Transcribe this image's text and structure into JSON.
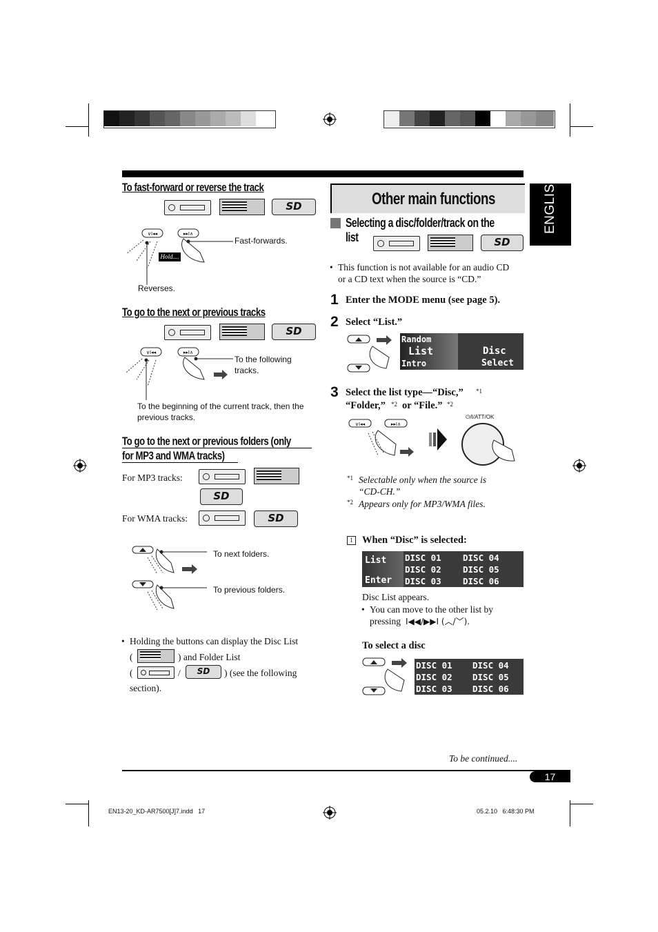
{
  "left": {
    "sec1_title": "To fast-forward or reverse the track",
    "sec1_ff": "Fast-forwards.",
    "sec1_rev": "Reverses.",
    "sec1_hold": "Hold....",
    "sec2_title": "To go to the next or previous tracks",
    "sec2_next": "To the following tracks.",
    "sec2_prev": "To the beginning of the current track, then the previous tracks.",
    "sec3_title_1": "To go to the next or previous folders (only",
    "sec3_title_2": "for MP3 and WMA tracks)",
    "mp3_label": "For MP3 tracks:",
    "wma_label": "For WMA tracks:",
    "next_folders": "To next folders.",
    "prev_folders": "To previous folders.",
    "hold_note_1": "Holding the buttons can display the Disc List",
    "hold_note_2a": "(",
    "hold_note_2b": ") and Folder List",
    "hold_note_3a": "(",
    "hold_note_3b": "/",
    "hold_note_3c": ") (see the following",
    "hold_note_4": "section)."
  },
  "right": {
    "main_title": "Other main functions",
    "sub_title_1": "Selecting a disc/folder/track on the",
    "sub_title_2": "list",
    "note_1": "This function is not available for an audio CD",
    "note_2": "or a CD text when the source is “CD.”",
    "step1_num": "1",
    "step1": "Enter the MODE menu (see page 5).",
    "step2_num": "2",
    "step2": "Select “List.”",
    "step3_num": "3",
    "step3_a": "Select the list type—“Disc,”",
    "step3_b": "“Folder,”",
    "step3_c": "or “File.”",
    "sup1": "*1",
    "sup2": "*2",
    "knob_label": "⏻/I/ATT/OK",
    "fn1_mark": "*1",
    "fn1": "Selectable only when the source is",
    "fn1b": "“CD-CH.”",
    "fn2_mark": "*2",
    "fn2": "Appears only for MP3/WMA files.",
    "sub_num": "1",
    "when_disc": "When “Disc” is selected:",
    "disc_list_appears": "Disc List appears.",
    "move_note_1": "You can move to the other list by",
    "move_note_2": "pressing",
    "to_select": "To select a disc",
    "to_be_continued": "To be continued....",
    "page_number": "17"
  },
  "lcd_list": {
    "random": "Random",
    "list": "List",
    "intro": "Intro",
    "disc": "Disc",
    "select": "Select"
  },
  "lcd_discs": [
    "DISC 01",
    "DISC 02",
    "DISC 03",
    "DISC 04",
    "DISC 05",
    "DISC 06"
  ],
  "lcd_side": {
    "list": "List",
    "enter": "Enter"
  },
  "side_tab": "ENGLISH",
  "footer": {
    "file": "EN13-20_KD-AR7500[J]7.indd   17",
    "date": "05.2.10   6:48:30 PM"
  }
}
